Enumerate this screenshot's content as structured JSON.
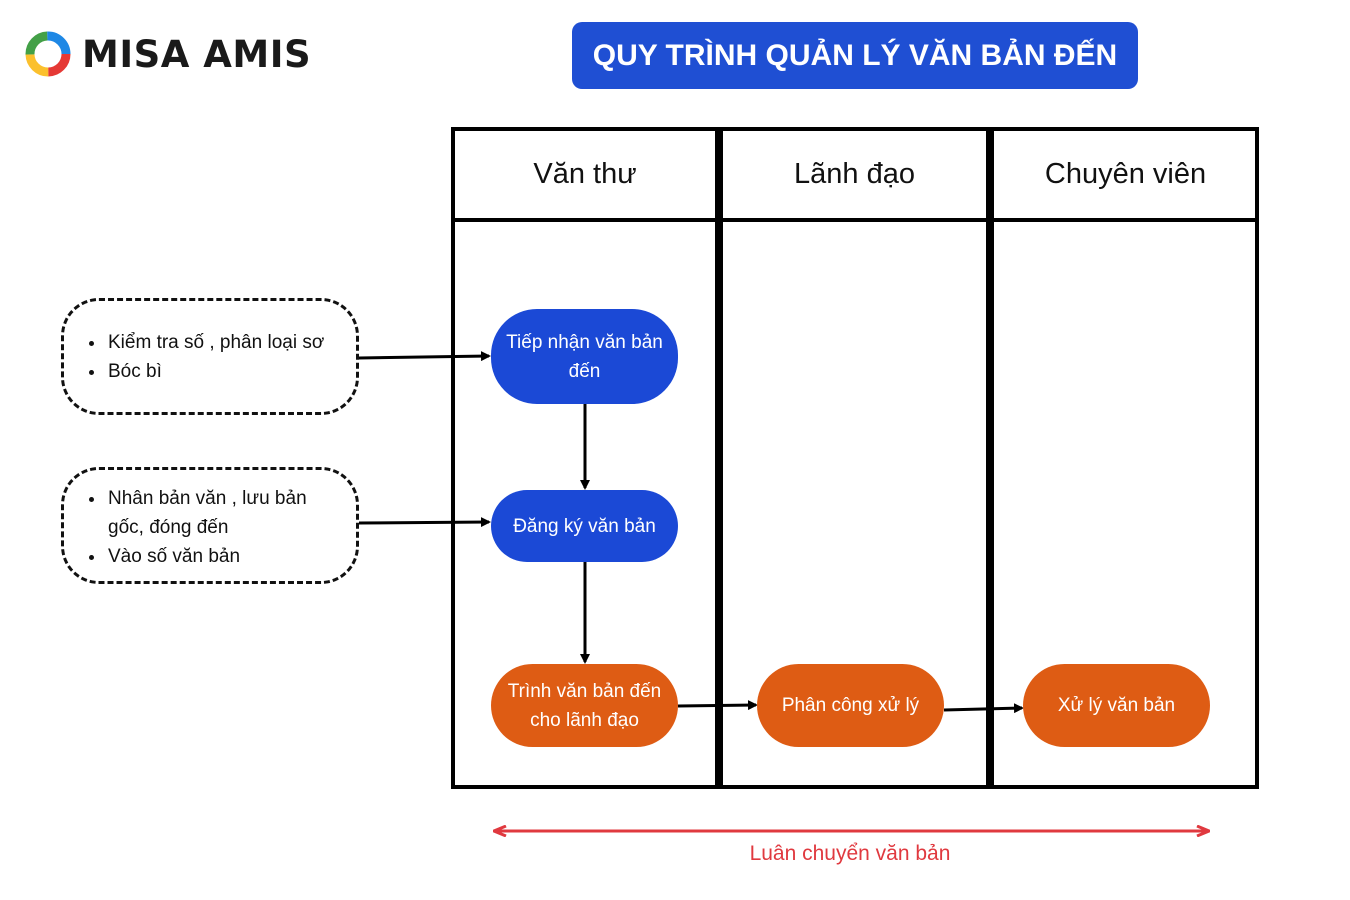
{
  "brand": {
    "name": "MISA AMIS"
  },
  "title": "QUY TRÌNH QUẢN LÝ VĂN BẢN ĐẾN",
  "lanes": [
    {
      "label": "Văn thư"
    },
    {
      "label": "Lãnh đạo"
    },
    {
      "label": "Chuyên viên"
    }
  ],
  "nodes": {
    "receive": "Tiếp nhận văn bản đến",
    "register": "Đăng ký văn bản",
    "submit": "Trình văn bản đến cho lãnh đạo",
    "assign": "Phân công xử lý",
    "process": "Xử lý văn bản"
  },
  "notes": {
    "receive": [
      "Kiểm tra số , phân loại sơ",
      "Bóc bì"
    ],
    "register": [
      "Nhân bản văn , lưu bản gốc, đóng  đến",
      "Vào số văn bản"
    ]
  },
  "footer": "Luân chuyển văn bản",
  "colors": {
    "title_bg": "#1f4fd3",
    "node_blue": "#1b49d6",
    "node_orange": "#de5c14",
    "footer_red": "#e0393f"
  }
}
